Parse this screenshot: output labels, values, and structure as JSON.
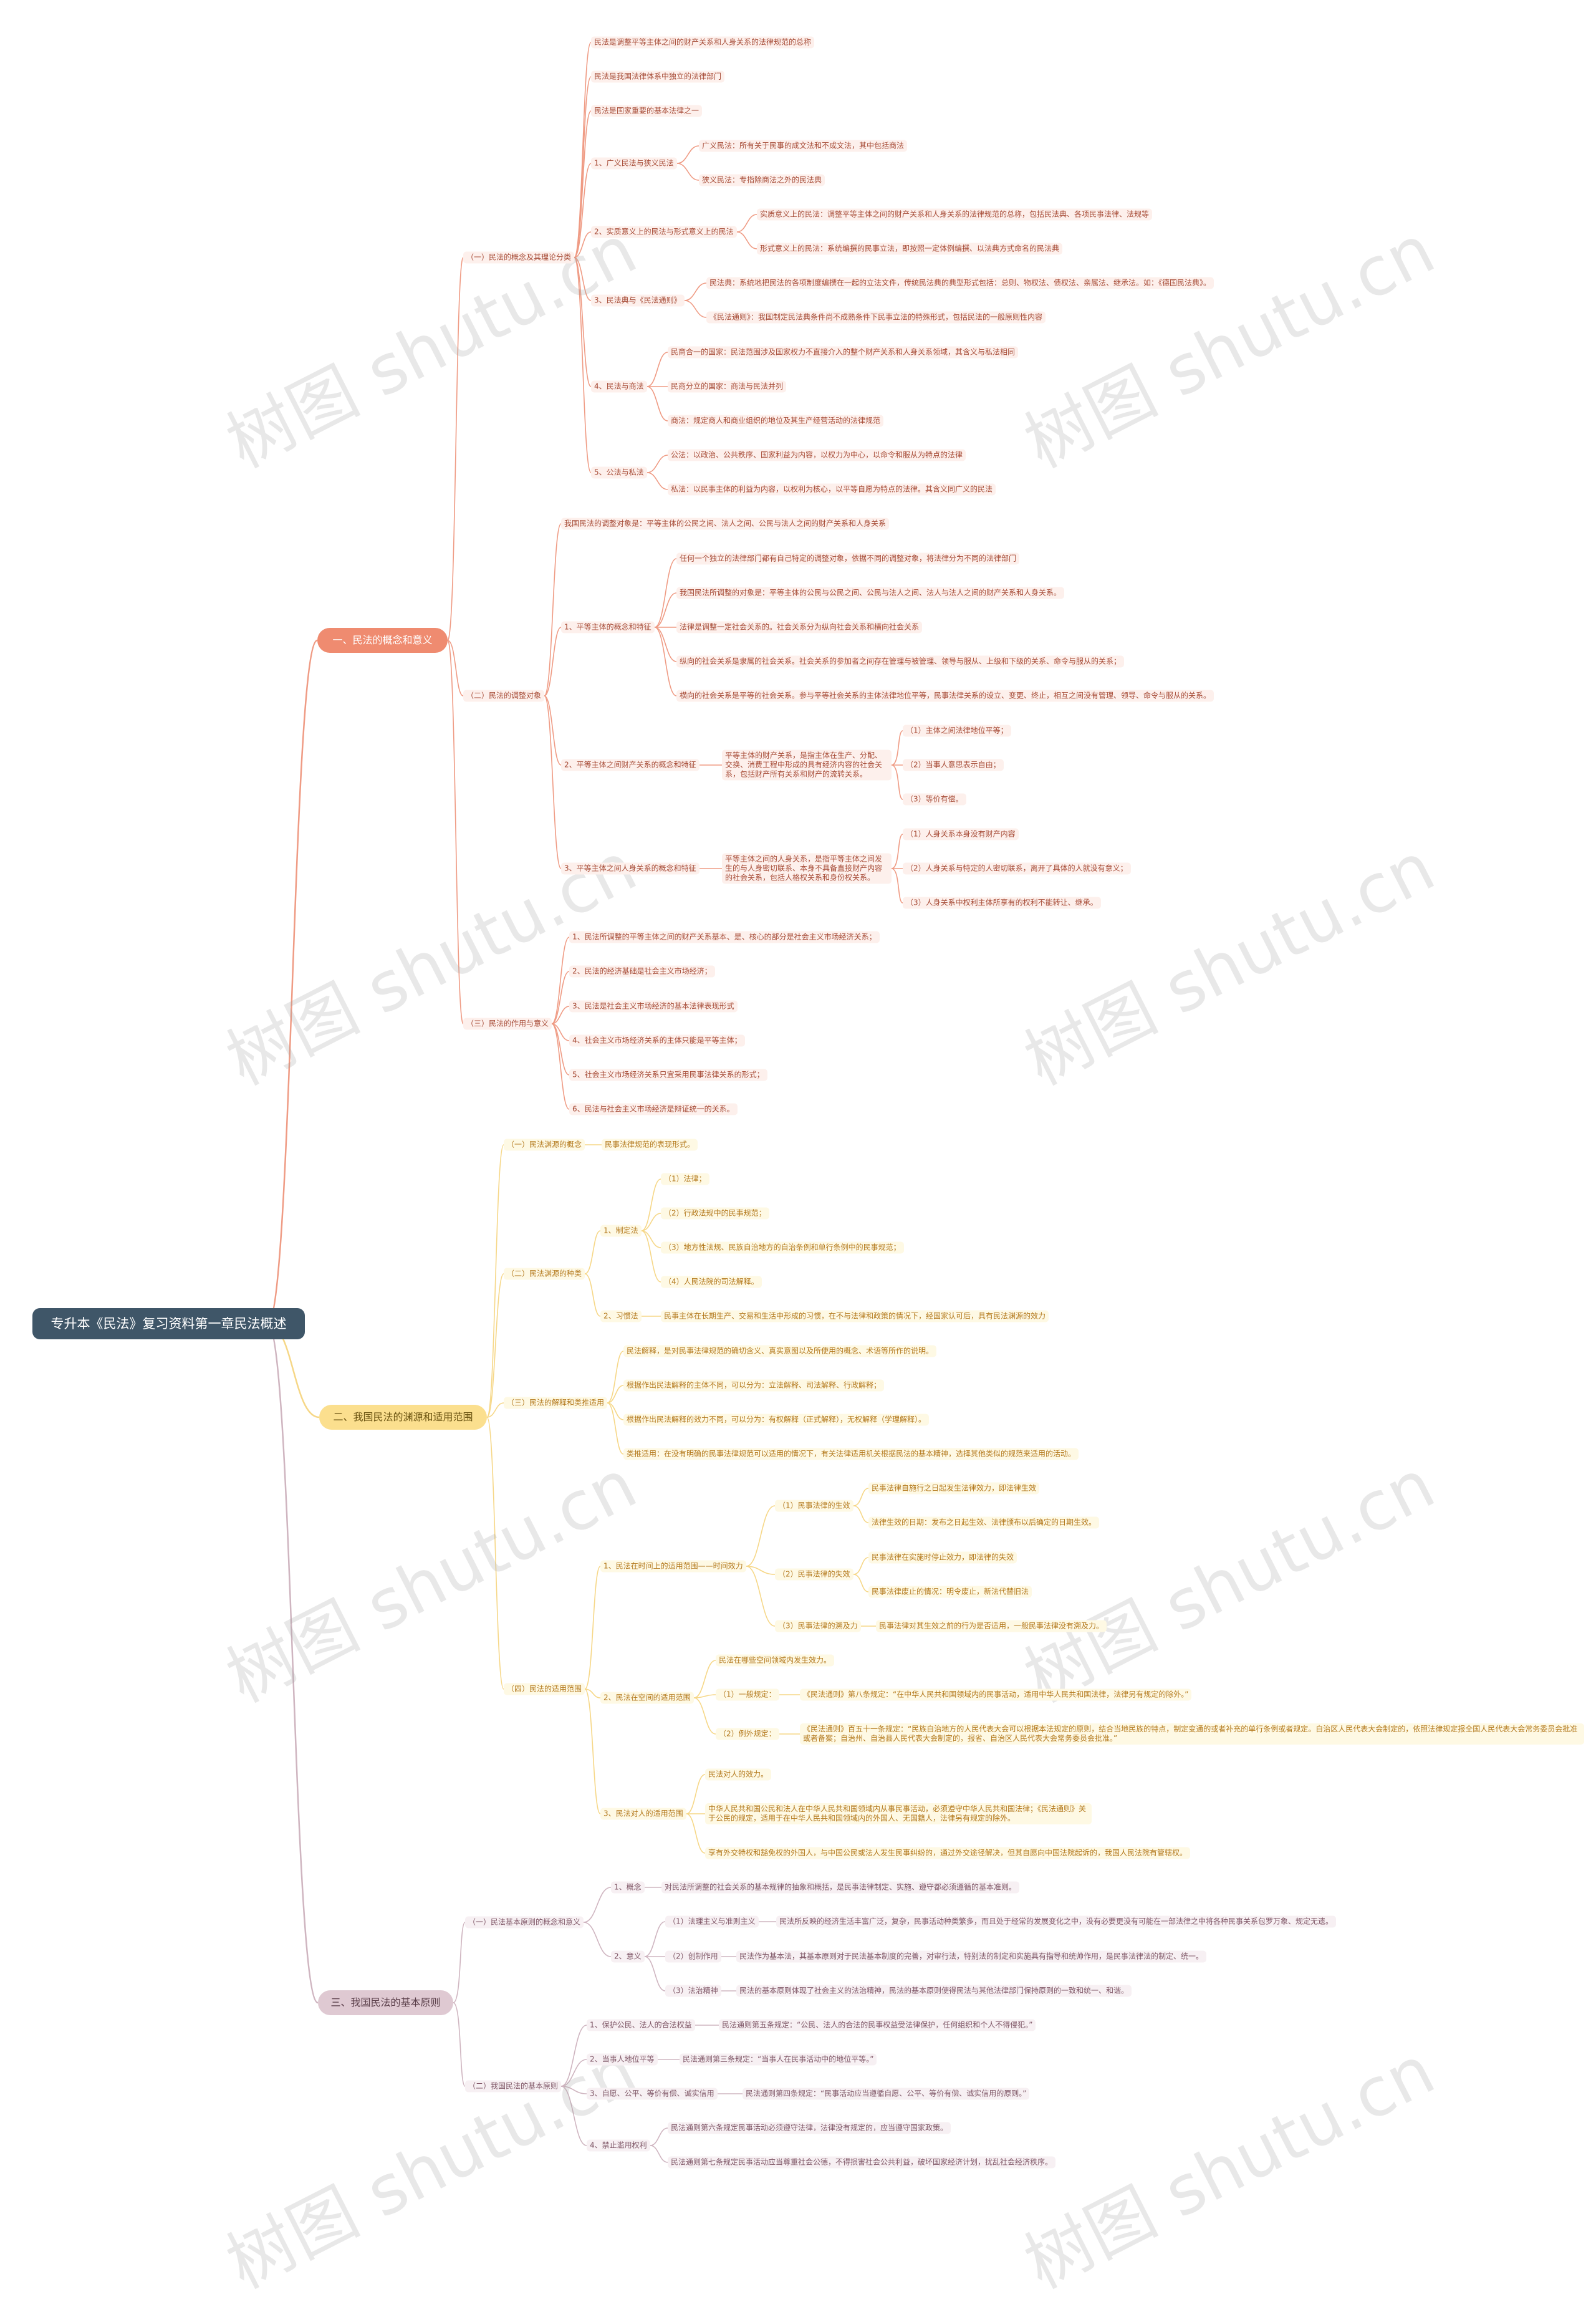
{
  "root": "专升本《民法》复习资料第一章民法概述",
  "watermark": "树图 shutu.cn",
  "main": {
    "b1": "一、民法的概念和意义",
    "b2": "二、我国民法的渊源和适用范围",
    "b3": "三、我国民法的基本原则"
  },
  "b1": {
    "s1": "（一）民法的概念及其理论分类",
    "s1_items": [
      "民法是调整平等主体之间的财产关系和人身关系的法律规范的总称",
      "民法是我国法律体系中独立的法律部门",
      "民法是国家重要的基本法律之一"
    ],
    "guangyi": {
      "title": "1、广义民法与狭义民法",
      "items": [
        "广义民法：所有关于民事的成文法和不成文法，其中包括商法",
        "狭义民法：专指除商法之外的民法典"
      ]
    },
    "shizhi": {
      "title": "2、实质意义上的民法与形式意义上的民法",
      "items": [
        "实质意义上的民法：调整平等主体之间的财产关系和人身关系的法律规范的总称，包括民法典、各项民事法律、法规等",
        "形式意义上的民法：系统编撰的民事立法，即按照一定体例编撰、以法典方式命名的民法典"
      ]
    },
    "mfd": {
      "title": "3、民法典与《民法通则》",
      "items": [
        "民法典：系统地把民法的各项制度编撰在一起的立法文件，传统民法典的典型形式包括：总则、物权法、债权法、亲属法、继承法。如：《德国民法典》。",
        "《民法通则》：我国制定民法典条件尚不成熟条件下民事立法的特殊形式，包括民法的一般原则性内容"
      ]
    },
    "ms": {
      "title": "4、民法与商法",
      "items": [
        "民商合一的国家：民法范围涉及国家权力不直接介入的整个财产关系和人身关系领域，其含义与私法相同",
        "民商分立的国家：商法与民法并列",
        "商法：规定商人和商业组织的地位及其生产经营活动的法律规范"
      ]
    },
    "gs": {
      "title": "5、公法与私法",
      "items": [
        "公法：以政治、公共秩序、国家利益为内容，以权力为中心，以命令和服从为特点的法律",
        "私法：以民事主体的利益为内容，以权利为核心，以平等自愿为特点的法律。其含义同广义的民法"
      ]
    },
    "s2": "（二）民法的调整对象",
    "s2_first": "我国民法的调整对象是：平等主体的公民之间、法人之间、公民与法人之间的财产关系和人身关系",
    "pd": {
      "title": "1、平等主体的概念和特征",
      "items": [
        "任何一个独立的法律部门都有自己特定的调整对象，依据不同的调整对象，将法律分为不同的法律部门",
        "我国民法所调整的对象是：平等主体的公民与公民之间、公民与法人之间、法人与法人之间的财产关系和人身关系。",
        "法律是调整一定社会关系的。社会关系分为纵向社会关系和横向社会关系",
        "纵向的社会关系是隶属的社会关系。社会关系的参加者之间存在管理与被管理、领导与服从、上级和下级的关系、命令与服从的关系；",
        "横向的社会关系是平等的社会关系。参与平等社会关系的主体法律地位平等，民事法律关系的设立、变更、终止，相互之间没有管理、领导、命令与服从的关系。"
      ]
    },
    "cc": {
      "title": "2、平等主体之间财产关系的概念和特征",
      "desc": "平等主体的财产关系，是指主体在生产、分配、交换、消费工程中形成的具有经济内容的社会关系，包括财产所有关系和财产的流转关系。",
      "items": [
        "（1）主体之间法律地位平等；",
        "（2）当事人意思表示自由；",
        "（3）等价有偿。"
      ]
    },
    "rs": {
      "title": "3、平等主体之间人身关系的概念和特征",
      "desc": "平等主体之间的人身关系，是指平等主体之间发生的与人身密切联系、本身不具备直接财产内容的社会关系，包括人格权关系和身份权关系。",
      "items": [
        "（1）人身关系本身没有财产内容",
        "（2）人身关系与特定的人密切联系，离开了具体的人就没有意义；",
        "（3）人身关系中权利主体所享有的权利不能转让、继承。"
      ]
    },
    "s3": "（三）民法的作用与意义",
    "s3_items": [
      "1、民法所调整的平等主体之间的财产关系基本、是、核心的部分是社会主义市场经济关系；",
      "2、民法的经济基础是社会主义市场经济；",
      "3、民法是社会主义市场经济的基本法律表现形式",
      "4、社会主义市场经济关系的主体只能是平等主体；",
      "5、社会主义市场经济关系只宜采用民事法律关系的形式；",
      "6、民法与社会主义市场经济是辩证统一的关系。"
    ]
  },
  "b2": {
    "s1": "（一）民法渊源的概念",
    "s1_item": "民事法律规范的表现形式。",
    "s2": "（二）民法渊源的种类",
    "zdf": {
      "title": "1、制定法",
      "items": [
        "（1）法律；",
        "（2）行政法规中的民事规范；",
        "（3）地方性法规、民族自治地方的自治条例和单行条例中的民事规范；",
        "（4）人民法院的司法解释。"
      ]
    },
    "xgf": {
      "title": "2、习惯法",
      "item": "民事主体在长期生产、交易和生活中形成的习惯，在不与法律和政策的情况下，经国家认可后，具有民法渊源的效力"
    },
    "s3": "（三）民法的解释和类推适用",
    "s3_items": [
      "民法解释，是对民事法律规范的确切含义、真实意图以及所使用的概念、术语等所作的说明。",
      "根据作出民法解释的主体不同，可以分为：立法解释、司法解释、行政解释；",
      "根据作出民法解释的效力不同，可以分为：有权解释（正式解释），无权解释（学理解释）。",
      "类推适用：在没有明确的民事法律规范可以适用的情况下，有关法律适用机关根据民法的基本精神，选择其他类似的规范来适用的活动。"
    ],
    "s4": "（四）民法的适用范围",
    "sj": {
      "title": "1、民法在时间上的适用范围——时间效力",
      "sx": {
        "title": "（1）民事法律的生效",
        "items": [
          "民事法律自施行之日起发生法律效力，即法律生效",
          "法律生效的日期：发布之日起生效、法律颁布以后确定的日期生效。"
        ]
      },
      "sxiao": {
        "title": "（2）民事法律的失效",
        "items": [
          "民事法律在实施时停止效力，即法律的失效",
          "民事法律废止的情况：明令废止，新法代替旧法"
        ]
      },
      "sj": {
        "title": "（3）民事法律的溯及力",
        "item": "民事法律对其生效之前的行为是否适用，一般民事法律没有溯及力。"
      }
    },
    "kj": {
      "title": "2、民法在空间的适用范围",
      "first": "民法在哪些空间领域内发生效力。",
      "yb": {
        "title": "（1）一般规定：",
        "item": "《民法通则》第八条规定：“在中华人民共和国领域内的民事活动，适用中华人民共和国法律，法律另有规定的除外。”"
      },
      "lw": {
        "title": "（2）例外规定：",
        "item": "《民法通则》百五十一条规定：“民族自治地方的人民代表大会可以根据本法规定的原则，结合当地民族的特点，制定变通的或者补充的单行条例或者规定。自治区人民代表大会制定的，依照法律规定报全国人民代表大会常务委员会批准或者备案；自治州、自治县人民代表大会制定的，报省、自治区人民代表大会常务委员会批准。”"
      }
    },
    "dr": {
      "title": "3、民法对人的适用范围",
      "items": [
        "民法对人的效力。",
        "中华人民共和国公民和法人在中华人民共和国领域内从事民事活动，必须遵守中华人民共和国法律；《民法通则》关于公民的规定，适用于在中华人民共和国领域内的外国人、无国籍人，法律另有规定的除外。",
        "享有外交特权和豁免权的外国人，与中国公民或法人发生民事纠纷的，通过外交途径解决，但其自愿向中国法院起诉的，我国人民法院有管辖权。"
      ]
    }
  },
  "b3": {
    "s1": "（一）民法基本原则的概念和意义",
    "gn": {
      "title": "1、概念",
      "item": "对民法所调整的社会关系的基本规律的抽象和概括，是民事法律制定、实施、遵守都必须遵循的基本准则。"
    },
    "yy": {
      "title": "2、意义",
      "items": [
        {
          "label": "（1）法理主义与准则主义",
          "text": "民法所反映的经济生活丰富广泛，复杂，民事活动种类繁多，而且处于经常的发展变化之中，没有必要更没有可能在一部法律之中将各种民事关系包罗万象、规定无遗。"
        },
        {
          "label": "（2）创制作用",
          "text": "民法作为基本法，其基本原则对于民法基本制度的完善，对审行法，特别法的制定和实施具有指导和统帅作用，是民事法律法的制定、统一。"
        },
        {
          "label": "（3）法治精神",
          "text": "民法的基本原则体现了社会主义的法治精神，民法的基本原则使得民法与其他法律部门保持原则的一致和统一、和谐。"
        }
      ]
    },
    "s2": "（二）我国民法的基本原则",
    "items": [
      {
        "label": "1、保护公民、法人的合法权益",
        "text": "民法通则第五条规定：“公民、法人的合法的民事权益受法律保护，任何组织和个人不得侵犯。”"
      },
      {
        "label": "2、当事人地位平等",
        "text": "民法通则第三条规定：“当事人在民事活动中的地位平等。”"
      },
      {
        "label": "3、自愿、公平、等价有偿、诚实信用",
        "text": "民法通则第四条规定：“民事活动应当遵循自愿、公平、等价有偿、诚实信用的原则。”"
      }
    ],
    "jz": {
      "title": "4、禁止滥用权利",
      "items": [
        "民法通则第六条规定民事活动必须遵守法律，法律没有规定的，应当遵守国家政策。",
        "民法通则第七条规定民事活动应当尊重社会公德，不得损害社会公共利益，破坏国家经济计划，扰乱社会经济秩序。"
      ]
    }
  }
}
